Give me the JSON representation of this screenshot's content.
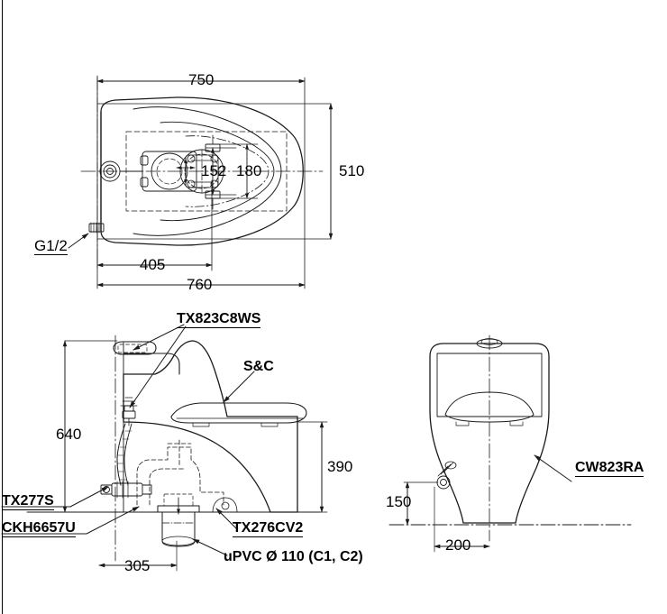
{
  "document": {
    "type": "technical-drawing",
    "title": "TOTO one-piece toilet installation drawing",
    "views": [
      "plan-view",
      "side-elevation",
      "front-elevation"
    ],
    "units": "mm",
    "line_color": "#1a1a1a",
    "background_color": "#ffffff"
  },
  "plan_view": {
    "name": "plan-view",
    "dimensions": {
      "overall_width_top": "750",
      "overall_width_bottom": "760",
      "overall_depth": "510",
      "outlet_offset": "405",
      "bolt_spacing_inner": "152",
      "bolt_spacing_outer": "180"
    },
    "labels": {
      "water_supply": "G1/2"
    }
  },
  "side_view": {
    "name": "side-elevation",
    "dimensions": {
      "tank_height": "640",
      "seat_height": "390",
      "outlet_offset": "305"
    },
    "labels": {
      "lever": "TX823C8WS",
      "seat_cover": "S&C",
      "angle_valve": "TX277S",
      "bowl": "CKH6657U",
      "floor_flange": "TX276CV2",
      "pipe": "uPVC Ø 110 (C1, C2)"
    }
  },
  "front_view": {
    "name": "front-elevation",
    "dimensions": {
      "supply_height": "150",
      "supply_offset": "200"
    },
    "labels": {
      "product_code": "CW823RA"
    }
  }
}
